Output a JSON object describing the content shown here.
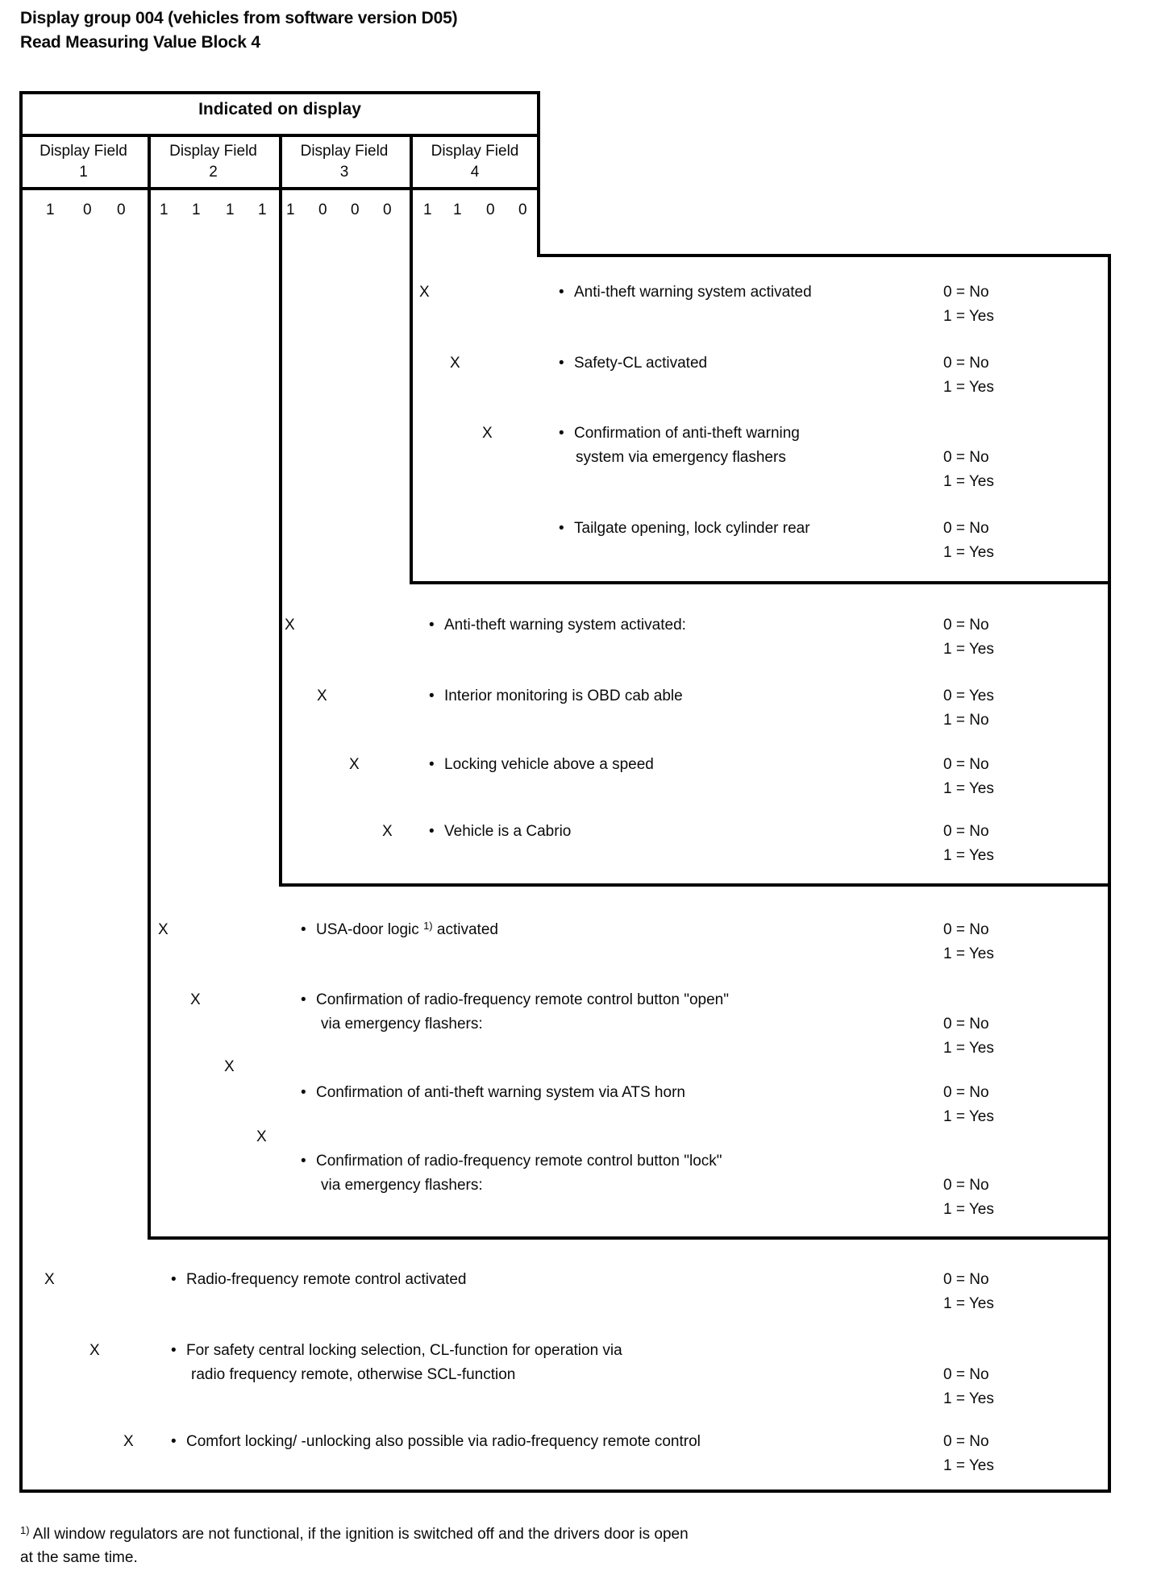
{
  "glyphs": {
    "x_mark": "X"
  },
  "title": {
    "line1": "Display group 004 (vehicles from software version D05)",
    "line2": "Read Measuring Value Block 4"
  },
  "table": {
    "header": "Indicated on display",
    "field_label": "Display Field",
    "columns": [
      {
        "number": "1",
        "bits": [
          "1",
          "0",
          "0"
        ]
      },
      {
        "number": "2",
        "bits": [
          "1",
          "1",
          "1",
          "1"
        ]
      },
      {
        "number": "3",
        "bits": [
          "1",
          "0",
          "0",
          "0"
        ]
      },
      {
        "number": "4",
        "bits": [
          "1",
          "1",
          "0",
          "0"
        ]
      }
    ]
  },
  "sections": {
    "field4": {
      "rows": [
        {
          "text": "Anti-theft warning system activated",
          "legend0": "0 = No",
          "legend1": "1 = Yes"
        },
        {
          "text": "Safety-CL activated",
          "legend0": "0 = No",
          "legend1": "1 = Yes"
        },
        {
          "text_line1": "Confirmation of anti-theft warning",
          "text_line2": "system via emergency flashers",
          "legend0": "0 = No",
          "legend1": "1 = Yes"
        },
        {
          "text": "Tailgate opening, lock cylinder rear",
          "legend0": "0 = No",
          "legend1": "1 = Yes"
        }
      ]
    },
    "field3": {
      "rows": [
        {
          "text": "Anti-theft warning system activated:",
          "legend0": "0 = No",
          "legend1": "1 = Yes"
        },
        {
          "text": "Interior monitoring is OBD cab able",
          "legend0": "0 = Yes",
          "legend1": "1 = No"
        },
        {
          "text": "Locking vehicle above a speed",
          "legend0": "0 = No",
          "legend1": "1 = Yes"
        },
        {
          "text": "Vehicle is a Cabrio",
          "legend0": "0 = No",
          "legend1": "1 = Yes"
        }
      ]
    },
    "field2": {
      "rows": [
        {
          "text_pre": "USA-door logic ",
          "text_sup": "1)",
          "text_post": " activated",
          "legend0": "0 = No",
          "legend1": "1 = Yes"
        },
        {
          "text_line1": "Confirmation of radio-frequency remote control button \"open\"",
          "text_line2": "via emergency flashers:",
          "legend0": "0 = No",
          "legend1": "1 = Yes"
        },
        {
          "text": "Confirmation of anti-theft warning system via ATS horn",
          "legend0": "0 = No",
          "legend1": "1 = Yes"
        },
        {
          "text_line1": "Confirmation of radio-frequency remote control button \"lock\"",
          "text_line2": "via emergency flashers:",
          "legend0": "0 = No",
          "legend1": "1 = Yes"
        }
      ]
    },
    "field1": {
      "rows": [
        {
          "text": "Radio-frequency remote control activated",
          "legend0": "0 = No",
          "legend1": "1 = Yes"
        },
        {
          "text_line1": "For safety central locking selection, CL-function for operation via",
          "text_line2": "radio frequency remote, otherwise SCL-function",
          "legend0": "0 = No",
          "legend1": "1 = Yes"
        },
        {
          "text": "Comfort locking/ -unlocking also possible via radio-frequency remote control",
          "legend0": "0 = No",
          "legend1": "1 = Yes"
        }
      ]
    }
  },
  "footnote": {
    "sup": "1)",
    "line1": "All window regulators are not functional, if the ignition is switched off and the drivers door is open",
    "line2": "at the same time."
  }
}
